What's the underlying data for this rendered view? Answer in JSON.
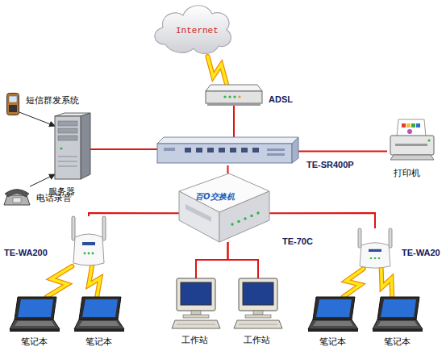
{
  "diagram": {
    "nodes": [
      {
        "text": [
          "Internet"
        ]
      },
      {
        "text": [
          "短信群发系统"
        ]
      },
      {
        "text": [
          "ADSL"
        ]
      },
      {
        "text": [
          "服务器"
        ]
      },
      {
        "text": [
          "TE-SR400P"
        ]
      },
      {
        "text": [
          "打印机"
        ]
      },
      {
        "text": [
          "电话录音"
        ]
      },
      {
        "text": [
          "百O交换机",
          "TE-70C"
        ]
      },
      {
        "text": [
          "TE-WA200"
        ]
      },
      {
        "text": [
          "TE-WA20"
        ]
      },
      {
        "text": [
          "工作站"
        ]
      },
      {
        "text": [
          "工作站"
        ]
      },
      {
        "text": [
          "笔记本"
        ]
      },
      {
        "text": [
          "笔记本"
        ]
      },
      {
        "text": [
          "笔记本"
        ]
      },
      {
        "text": [
          "笔记本"
        ]
      }
    ],
    "edges": [
      {
        "from": 0,
        "to": 2,
        "arrow": "none"
      },
      {
        "from": 2,
        "to": 4,
        "arrow": "none"
      },
      {
        "from": 1,
        "to": 3,
        "arrow": "to"
      },
      {
        "from": 6,
        "to": 3,
        "arrow": "to"
      },
      {
        "from": 3,
        "to": 4,
        "arrow": "none"
      },
      {
        "from": 4,
        "to": 5,
        "arrow": "none"
      },
      {
        "from": 4,
        "to": 7,
        "arrow": "none"
      },
      {
        "from": 7,
        "to": 8,
        "arrow": "none"
      },
      {
        "from": 7,
        "to": 9,
        "arrow": "none"
      },
      {
        "from": 7,
        "to": 10,
        "arrow": "none"
      },
      {
        "from": 7,
        "to": 11,
        "arrow": "none"
      },
      {
        "from": 8,
        "to": 12,
        "arrow": "none"
      },
      {
        "from": 8,
        "to": 13,
        "arrow": "none"
      },
      {
        "from": 9,
        "to": 14,
        "arrow": "none"
      },
      {
        "from": 9,
        "to": 15,
        "arrow": "none"
      }
    ]
  }
}
